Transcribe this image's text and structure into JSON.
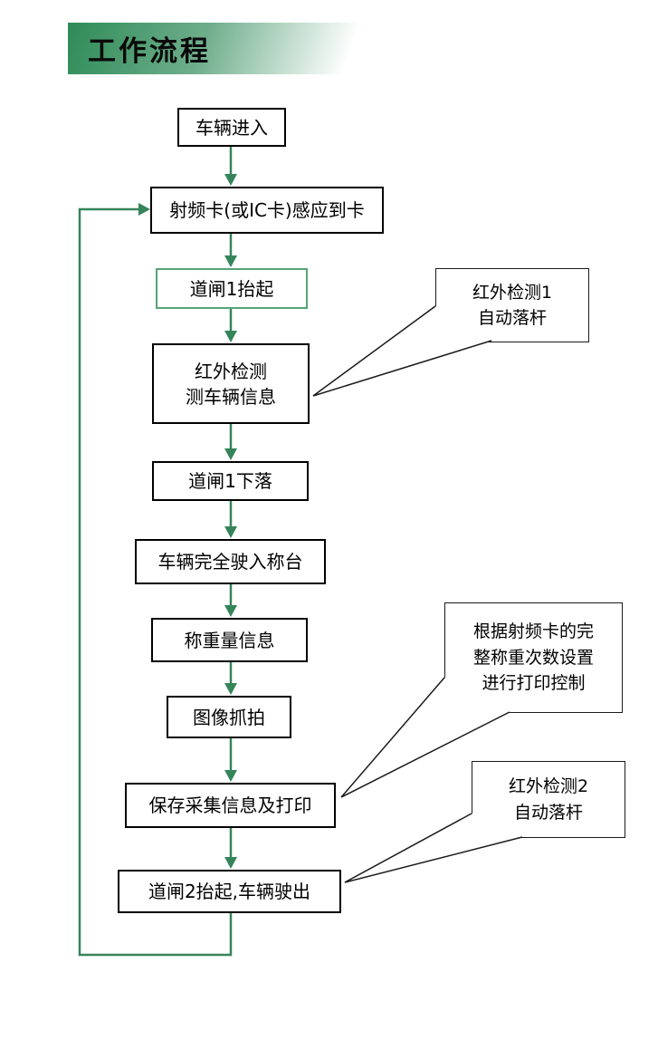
{
  "header": {
    "title": "工作流程"
  },
  "flow": {
    "nodes": [
      {
        "label": "车辆进入"
      },
      {
        "label": "射频卡(或IC卡)感应到卡"
      },
      {
        "label": "道闸1抬起"
      },
      {
        "label": "红外检测\n测车辆信息"
      },
      {
        "label": "道闸1下落"
      },
      {
        "label": "车辆完全驶入称台"
      },
      {
        "label": "称重量信息"
      },
      {
        "label": "图像抓拍"
      },
      {
        "label": "保存采集信息及打印"
      },
      {
        "label": "道闸2抬起,车辆驶出"
      }
    ],
    "callouts": [
      {
        "text": "红外检测1\n自动落杆",
        "points_to": "红外检测 测车辆信息"
      },
      {
        "text": "根据射频卡的完\n整称重次数设置\n进行打印控制",
        "points_to": "保存采集信息及打印"
      },
      {
        "text": "红外检测2\n自动落杆",
        "points_to": "道闸2抬起,车辆驶出"
      }
    ],
    "edges": [
      [
        0,
        1
      ],
      [
        1,
        2
      ],
      [
        2,
        3
      ],
      [
        3,
        4
      ],
      [
        4,
        5
      ],
      [
        5,
        6
      ],
      [
        6,
        7
      ],
      [
        7,
        8
      ],
      [
        8,
        9
      ]
    ],
    "loop_edge": [
      9,
      1
    ]
  },
  "colors": {
    "arrow_green": "#35845a",
    "highlight_border_green": "#57a377",
    "banner_green": "#2e8b57"
  }
}
